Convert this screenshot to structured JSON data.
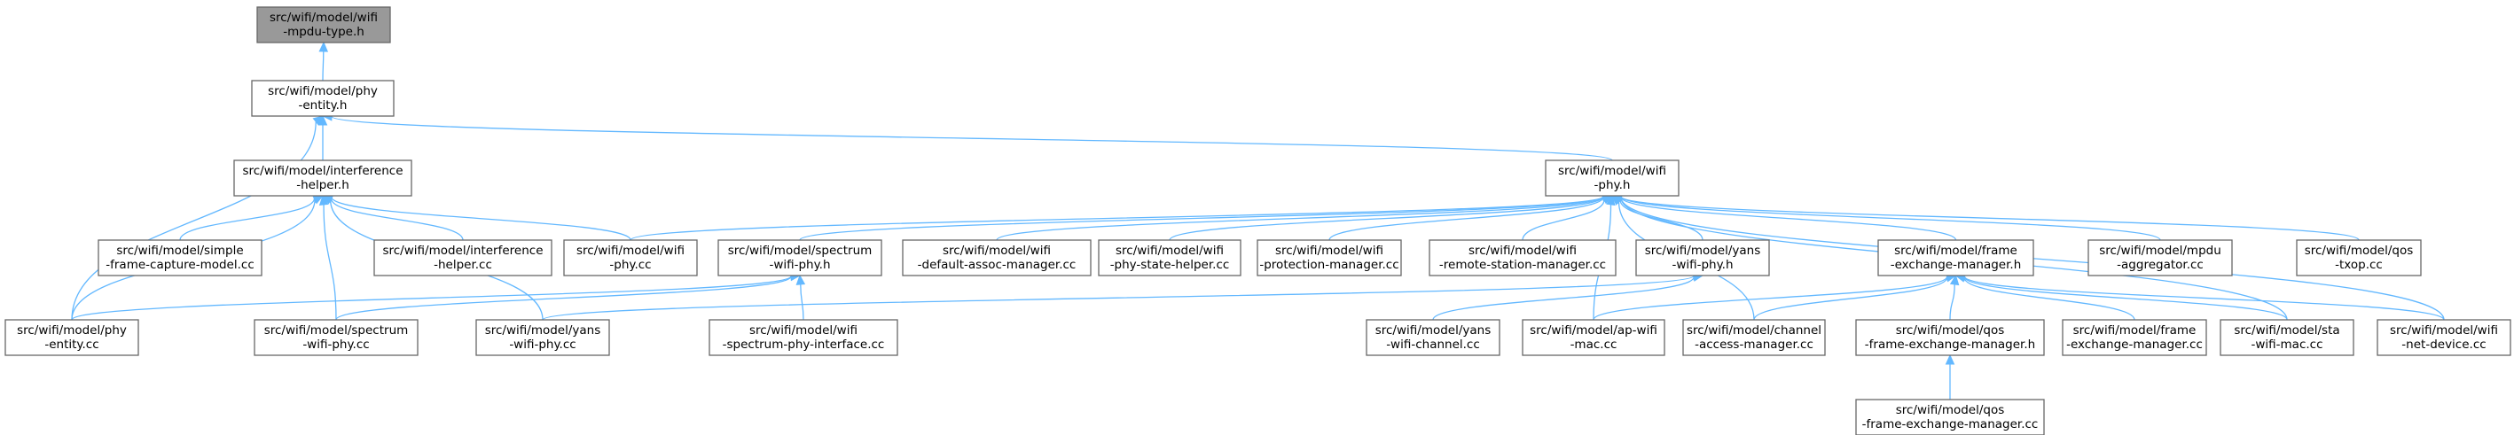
{
  "graph": {
    "nodes": [
      {
        "id": "root",
        "lines": [
          "src/wifi/model/wifi",
          "-mpdu-type.h"
        ],
        "root": true
      },
      {
        "id": "phy_entity_h",
        "lines": [
          "src/wifi/model/phy",
          "-entity.h"
        ]
      },
      {
        "id": "interference_h",
        "lines": [
          "src/wifi/model/interference",
          "-helper.h"
        ]
      },
      {
        "id": "wifi_phy_h",
        "lines": [
          "src/wifi/model/wifi",
          "-phy.h"
        ]
      },
      {
        "id": "simple_frame",
        "lines": [
          "src/wifi/model/simple",
          "-frame-capture-model.cc"
        ]
      },
      {
        "id": "interference_cc",
        "lines": [
          "src/wifi/model/interference",
          "-helper.cc"
        ]
      },
      {
        "id": "wifi_phy_cc",
        "lines": [
          "src/wifi/model/wifi",
          "-phy.cc"
        ]
      },
      {
        "id": "spectrum_h",
        "lines": [
          "src/wifi/model/spectrum",
          "-wifi-phy.h"
        ]
      },
      {
        "id": "default_assoc",
        "lines": [
          "src/wifi/model/wifi",
          "-default-assoc-manager.cc"
        ]
      },
      {
        "id": "phy_state_helper",
        "lines": [
          "src/wifi/model/wifi",
          "-phy-state-helper.cc"
        ]
      },
      {
        "id": "protection_mgr",
        "lines": [
          "src/wifi/model/wifi",
          "-protection-manager.cc"
        ]
      },
      {
        "id": "remote_station",
        "lines": [
          "src/wifi/model/wifi",
          "-remote-station-manager.cc"
        ]
      },
      {
        "id": "yans_h",
        "lines": [
          "src/wifi/model/yans",
          "-wifi-phy.h"
        ]
      },
      {
        "id": "fem_h",
        "lines": [
          "src/wifi/model/frame",
          "-exchange-manager.h"
        ]
      },
      {
        "id": "mpdu_agg",
        "lines": [
          "src/wifi/model/mpdu",
          "-aggregator.cc"
        ]
      },
      {
        "id": "qos_txop",
        "lines": [
          "src/wifi/model/qos",
          "-txop.cc"
        ]
      },
      {
        "id": "phy_entity_cc",
        "lines": [
          "src/wifi/model/phy",
          "-entity.cc"
        ]
      },
      {
        "id": "spectrum_cc",
        "lines": [
          "src/wifi/model/spectrum",
          "-wifi-phy.cc"
        ]
      },
      {
        "id": "yans_cc",
        "lines": [
          "src/wifi/model/yans",
          "-wifi-phy.cc"
        ]
      },
      {
        "id": "spectrum_iface",
        "lines": [
          "src/wifi/model/wifi",
          "-spectrum-phy-interface.cc"
        ]
      },
      {
        "id": "yans_channel",
        "lines": [
          "src/wifi/model/yans",
          "-wifi-channel.cc"
        ]
      },
      {
        "id": "ap_wifi_mac",
        "lines": [
          "src/wifi/model/ap-wifi",
          "-mac.cc"
        ]
      },
      {
        "id": "channel_access",
        "lines": [
          "src/wifi/model/channel",
          "-access-manager.cc"
        ]
      },
      {
        "id": "qos_fem_h",
        "lines": [
          "src/wifi/model/qos",
          "-frame-exchange-manager.h"
        ]
      },
      {
        "id": "fem_cc",
        "lines": [
          "src/wifi/model/frame",
          "-exchange-manager.cc"
        ]
      },
      {
        "id": "sta_wifi_mac",
        "lines": [
          "src/wifi/model/sta",
          "-wifi-mac.cc"
        ]
      },
      {
        "id": "net_device",
        "lines": [
          "src/wifi/model/wifi",
          "-net-device.cc"
        ]
      },
      {
        "id": "qos_fem_cc",
        "lines": [
          "src/wifi/model/qos",
          "-frame-exchange-manager.cc"
        ]
      }
    ]
  }
}
